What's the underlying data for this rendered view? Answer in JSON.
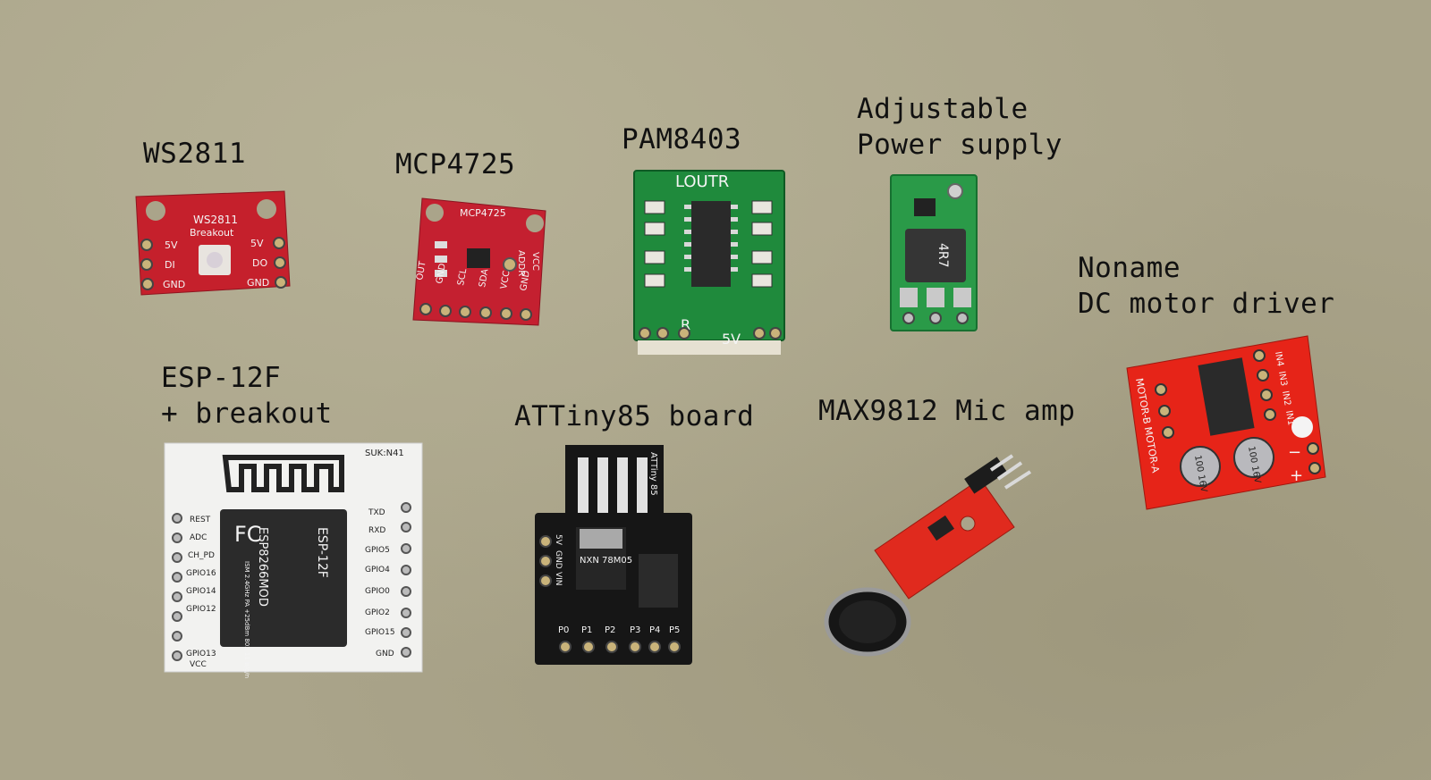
{
  "modules": {
    "ws2811": {
      "caption": "WS2811",
      "silk_title": "WS2811",
      "silk_sub": "Breakout",
      "pins_left": [
        "5V",
        "DI",
        "GND"
      ],
      "pins_right": [
        "5V",
        "DO",
        "GND"
      ]
    },
    "mcp4725": {
      "caption": "MCP4725",
      "silk_title": "MCP4725",
      "pins": [
        "OUT",
        "GND",
        "SCL",
        "SDA",
        "VCC",
        "GND"
      ],
      "addr": "ADDR",
      "vcc": "VCC"
    },
    "pam8403": {
      "caption": "PAM8403",
      "silk_top": "LOUTR",
      "silk_r": "R",
      "silk_5v": "5V"
    },
    "power_supply": {
      "caption_line1": "Adjustable",
      "caption_line2": "Power supply",
      "inductor": "4R7"
    },
    "motor_driver": {
      "caption_line1": "Noname",
      "caption_line2": "DC motor driver",
      "pins": [
        "IN4",
        "IN3",
        "IN2",
        "IN1"
      ],
      "motor_label": "MOTOR-B MOTOR-A",
      "cap1": "100 16V",
      "cap2": "100 16V",
      "minus": "−",
      "plus": "+"
    },
    "esp12f": {
      "caption_line1": "ESP-12F",
      "caption_line2": "+ breakout",
      "board_id": "SUK:N41",
      "module_brand": "ESP8266MOD",
      "module_name": "ESP-12F",
      "module_spec": "ISM 2.4GHz PA +25dBm 802.11 b/g/n",
      "pins_left": [
        "REST",
        "ADC",
        "CH_PD",
        "GPIO16",
        "GPIO14",
        "GPIO12",
        "GPIO13",
        "VCC"
      ],
      "pins_right": [
        "TXD",
        "RXD",
        "GPIO5",
        "GPIO4",
        "GPIO0",
        "GPIO2",
        "GPIO15",
        "GND"
      ]
    },
    "attiny85": {
      "caption": "ATTiny85 board",
      "silk_title": "ATTiny 85",
      "regulator": "NXN 78M05",
      "header": [
        "5V",
        "GND",
        "VIN"
      ],
      "pins": [
        "P0",
        "P1",
        "P2",
        "P3",
        "P4",
        "P5"
      ]
    },
    "max9812": {
      "caption": "MAX9812 Mic amp"
    }
  },
  "colors": {
    "background": "#aaa48a",
    "ws2811_pcb": "#c5202c",
    "mcp4725_pcb": "#c42030",
    "pam8403_pcb": "#1f8a3c",
    "power_pcb": "#2a9a48",
    "motor_pcb": "#e62418",
    "esp_breakout": "#f2f2f0",
    "esp_shield": "#2b2b2b",
    "attiny_pcb": "#161616",
    "max9812_pcb": "#e02a1e",
    "caption_text": "#111111"
  }
}
